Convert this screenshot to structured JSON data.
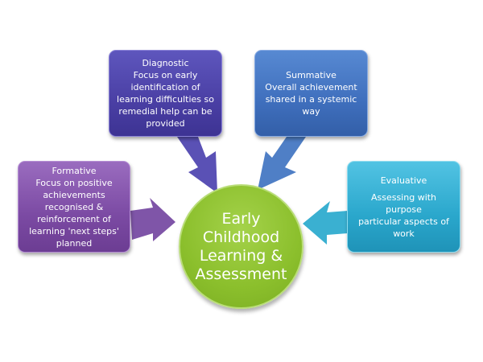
{
  "center": {
    "lines": [
      "Early",
      "Childhood",
      "Learning &",
      "Assessment"
    ],
    "color": "#8bbf2c"
  },
  "boxes": [
    {
      "id": "formative",
      "title": "Formative",
      "lines": [
        "Focus on positive",
        "achievements",
        "recognised &",
        "reinforcement of",
        "learning 'next steps'",
        "planned"
      ],
      "color": "#7b4aa3"
    },
    {
      "id": "diagnostic",
      "title": "Diagnostic",
      "lines": [
        "Focus on early",
        "identification of",
        "learning difficulties so",
        "remedial help can be",
        "provided"
      ],
      "color": "#4a3fa4"
    },
    {
      "id": "summative",
      "title": "Summative",
      "lines": [
        "Overall achievement",
        "shared in a systemic",
        "way"
      ],
      "color": "#3f6fbd"
    },
    {
      "id": "evaluative",
      "title": "Evaluative",
      "lines": [
        "Assessing with purpose",
        "particular aspects of",
        "work"
      ],
      "color": "#2aa7cc"
    }
  ],
  "arrows": [
    {
      "from": "formative",
      "to": "center",
      "color": "#7f55a8"
    },
    {
      "from": "diagnostic",
      "to": "center",
      "color": "#5a51b5"
    },
    {
      "from": "summative",
      "to": "center",
      "color": "#4f7fc6"
    },
    {
      "from": "evaluative",
      "to": "center",
      "color": "#3ab0d1"
    }
  ]
}
